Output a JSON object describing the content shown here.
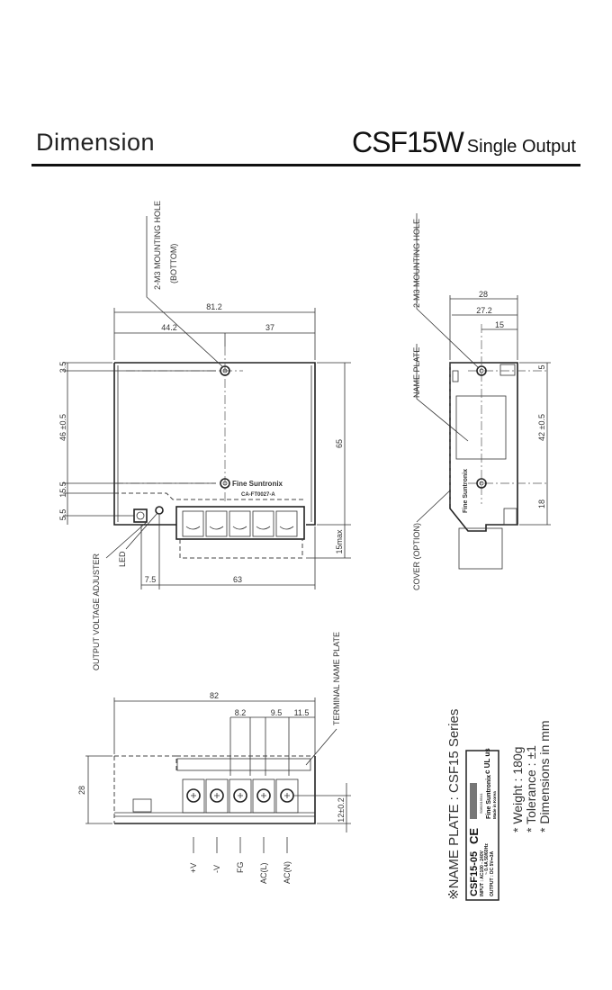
{
  "header": {
    "title": "Dimension",
    "model": "CSF15W",
    "subtitle": "Single Output"
  },
  "front_view": {
    "mounting_hole_label": "2-M3 MOUNTING HOLE",
    "mounting_hole_sub": "(BOTTOM)",
    "dim_width": "81.2",
    "dim_left": "44.2",
    "dim_right": "37",
    "dim_height": "65",
    "dim_terminal": "15max",
    "dim_top": "3.5",
    "dim_hole_spacing": "46 ±0.5",
    "dim_bottom": "15.5",
    "dim_adj": "5.5",
    "dim_adj_offset": "7.5",
    "dim_terminal_width": "63",
    "brand": "Fine Suntronix",
    "part_no": "CA-FT0027-A",
    "adjuster_label": "OUTPUT VOLTAGE ADJUSTER",
    "led_label": "LED"
  },
  "side_view": {
    "mounting_hole_label": "2-M3 MOUNTING HOLE",
    "name_plate_label": "NAME PLATE",
    "cover_label": "COVER (OPTION)",
    "dim_depth": "28",
    "dim_depth_inner": "27.2",
    "dim_hole": "15",
    "dim_top": "5",
    "dim_hole_spacing": "42 ±0.5",
    "dim_bottom": "18",
    "brand": "Fine Suntronix"
  },
  "bottom_view": {
    "terminal_plate_label": "TERMINAL NAME PLATE",
    "dim_width": "82",
    "dim_pitch_a": "8.2",
    "dim_pitch_b": "9.5",
    "dim_pitch_c": "11.5",
    "dim_height": "28",
    "dim_terminal_height": "12±0.2",
    "terminals": [
      "+V",
      "-V",
      "FG",
      "AC(L)",
      "AC(N)"
    ]
  },
  "name_plate": {
    "heading": "※NAME PLATE : CSF15 Series",
    "model": "CSF15-05",
    "input_line1": "INPUT : AC100 - 240V",
    "input_line2": "~ 0.4A  50/60Hz",
    "output_line": "OUTPUT : DC 5V⎓3A",
    "serial": "S060319541",
    "brand": "Fine Suntronix",
    "origin": "Made in Korea",
    "ce_mark": "CE",
    "ul_mark": "c UL us"
  },
  "notes": [
    "* Weight : 180g",
    "* Tolerance : ±1",
    "* Dimensions in mm"
  ]
}
